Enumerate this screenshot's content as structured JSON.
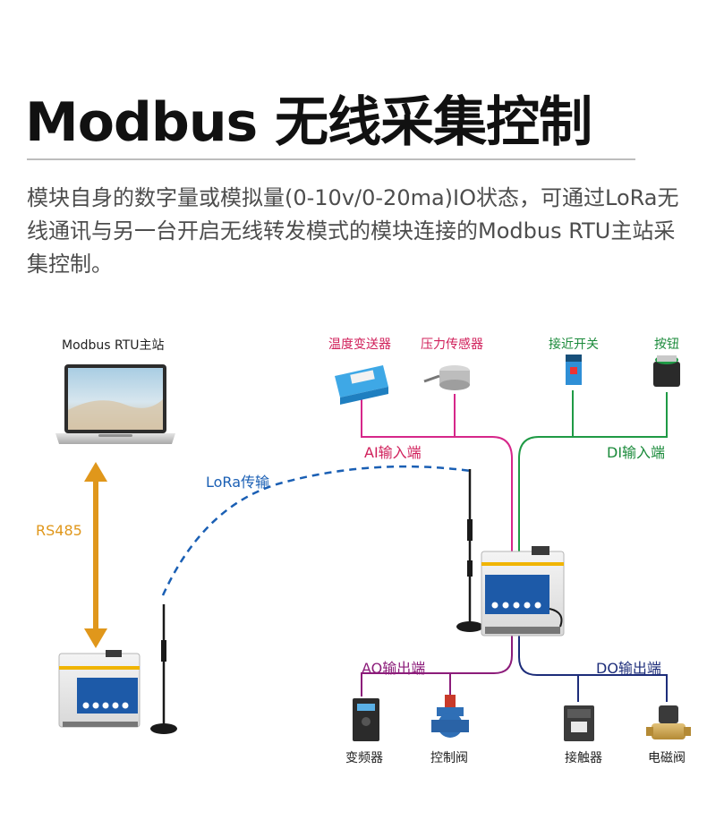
{
  "title": "Modbus 无线采集控制",
  "description": "模块自身的数字量或模拟量(0-10v/0-20ma)IO状态，可通过LoRa无线通讯与另一台开启无线转发模式的模块连接的Modbus RTU主站采集控制。",
  "diagram": {
    "master_label": "Modbus RTU主站",
    "rs485_label": "RS485",
    "lora_label": "LoRa传输",
    "ai_port_label": "AI输入端",
    "di_port_label": "DI输入端",
    "ao_port_label": "AO输出端",
    "do_port_label": "DO输出端",
    "ai_devices": [
      "温度变送器",
      "压力传感器"
    ],
    "di_devices": [
      "接近开关",
      "按钮"
    ],
    "ao_devices": [
      "变频器",
      "控制阀"
    ],
    "do_devices": [
      "接触器",
      "电磁阀"
    ],
    "colors": {
      "ai_line": "#d6278a",
      "di_line": "#1f9a45",
      "ao_line": "#8c1c7a",
      "do_line": "#1d2d7a",
      "rs485_arrow": "#e0971b",
      "lora_link": "#1a5fb4"
    }
  }
}
